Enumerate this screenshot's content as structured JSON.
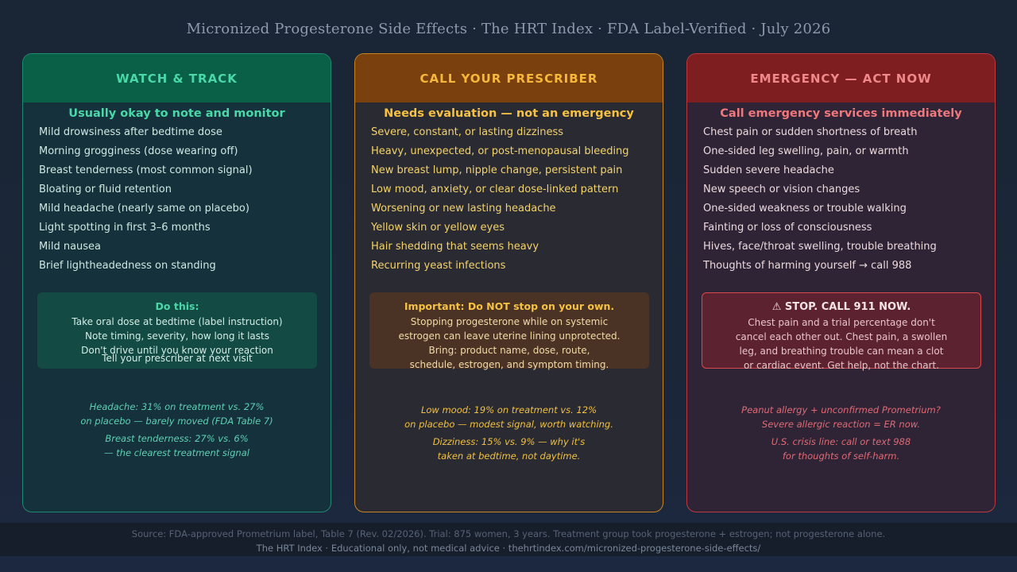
{
  "title": "Micronized Progesterone Side Effects · The HRT Index · FDA Label-Verified · July 2026",
  "cards": [
    {
      "heading": "WATCH & TRACK",
      "subheading": "Usually okay to note and monitor",
      "items": [
        "Mild drowsiness after bedtime dose",
        "Morning grogginess (dose wearing off)",
        "Breast tenderness (most common signal)",
        "Bloating or fluid retention",
        "Mild headache (nearly same on placebo)",
        "Light spotting in first 3–6 months",
        "Mild nausea",
        "Brief lightheadedness on standing"
      ],
      "box_title": "Do this:",
      "box_lines": [
        "Take oral dose at bedtime (label instruction)",
        "Note timing, severity, how long it lasts",
        "Don't drive until you know your reaction",
        "Tell your prescriber at next visit"
      ],
      "notes": [
        "Headache: 31% on treatment vs. 27%",
        "on placebo — barely moved (FDA Table 7)",
        "Breast tenderness: 27% vs. 6%",
        "— the clearest treatment signal"
      ]
    },
    {
      "heading": "CALL YOUR PRESCRIBER",
      "subheading": "Needs evaluation — not an emergency",
      "items": [
        "Severe, constant, or lasting dizziness",
        "Heavy, unexpected, or post-menopausal bleeding",
        "New breast lump, nipple change, persistent pain",
        "Low mood, anxiety, or clear dose-linked pattern",
        "Worsening or new lasting headache",
        "Yellow skin or yellow eyes",
        "Hair shedding that seems heavy",
        "Recurring yeast infections"
      ],
      "box_title": "Important: Do NOT stop on your own.",
      "box_lines": [
        "Stopping progesterone while on systemic",
        "estrogen can leave uterine lining unprotected.",
        "Bring: product name, dose, route,",
        "schedule, estrogen, and symptom timing."
      ],
      "notes": [
        "Low mood: 19% on treatment vs. 12%",
        "on placebo — modest signal, worth watching.",
        "Dizziness: 15% vs. 9% — why it's",
        "taken at bedtime, not daytime."
      ]
    },
    {
      "heading": "EMERGENCY — ACT NOW",
      "subheading": "Call emergency services immediately",
      "items": [
        "Chest pain or sudden shortness of breath",
        "One-sided leg swelling, pain, or warmth",
        "Sudden severe headache",
        "New speech or vision changes",
        "One-sided weakness or trouble walking",
        "Fainting or loss of consciousness",
        "Hives, face/throat swelling, trouble breathing",
        "Thoughts of harming yourself → call 988"
      ],
      "box_title": "⚠ STOP. CALL 911 NOW.",
      "box_lines": [
        "Chest pain and a trial percentage don't",
        "cancel each other out. Chest pain, a swollen",
        "leg, and breathing trouble can mean a clot",
        "or cardiac event. Get help, not the chart."
      ],
      "notes": [
        "Peanut allergy + unconfirmed Prometrium?",
        "Severe allergic reaction = ER now.",
        "U.S. crisis line: call or text 988",
        "for thoughts of self-harm."
      ]
    }
  ],
  "footer": {
    "source": "Source: FDA-approved Prometrium label, Table 7 (Rev. 02/2026). Trial: 875 women, 3 years. Treatment group took progesterone + estrogen; not progesterone alone.",
    "credit": "The HRT Index · Educational only, not medical advice · thehrtindex.com/micronized-progesterone-side-effects/"
  },
  "colors": {
    "watch_accent": "#4ad8a8",
    "call_accent": "#f6b83c",
    "emergency_accent": "#f0787c"
  }
}
